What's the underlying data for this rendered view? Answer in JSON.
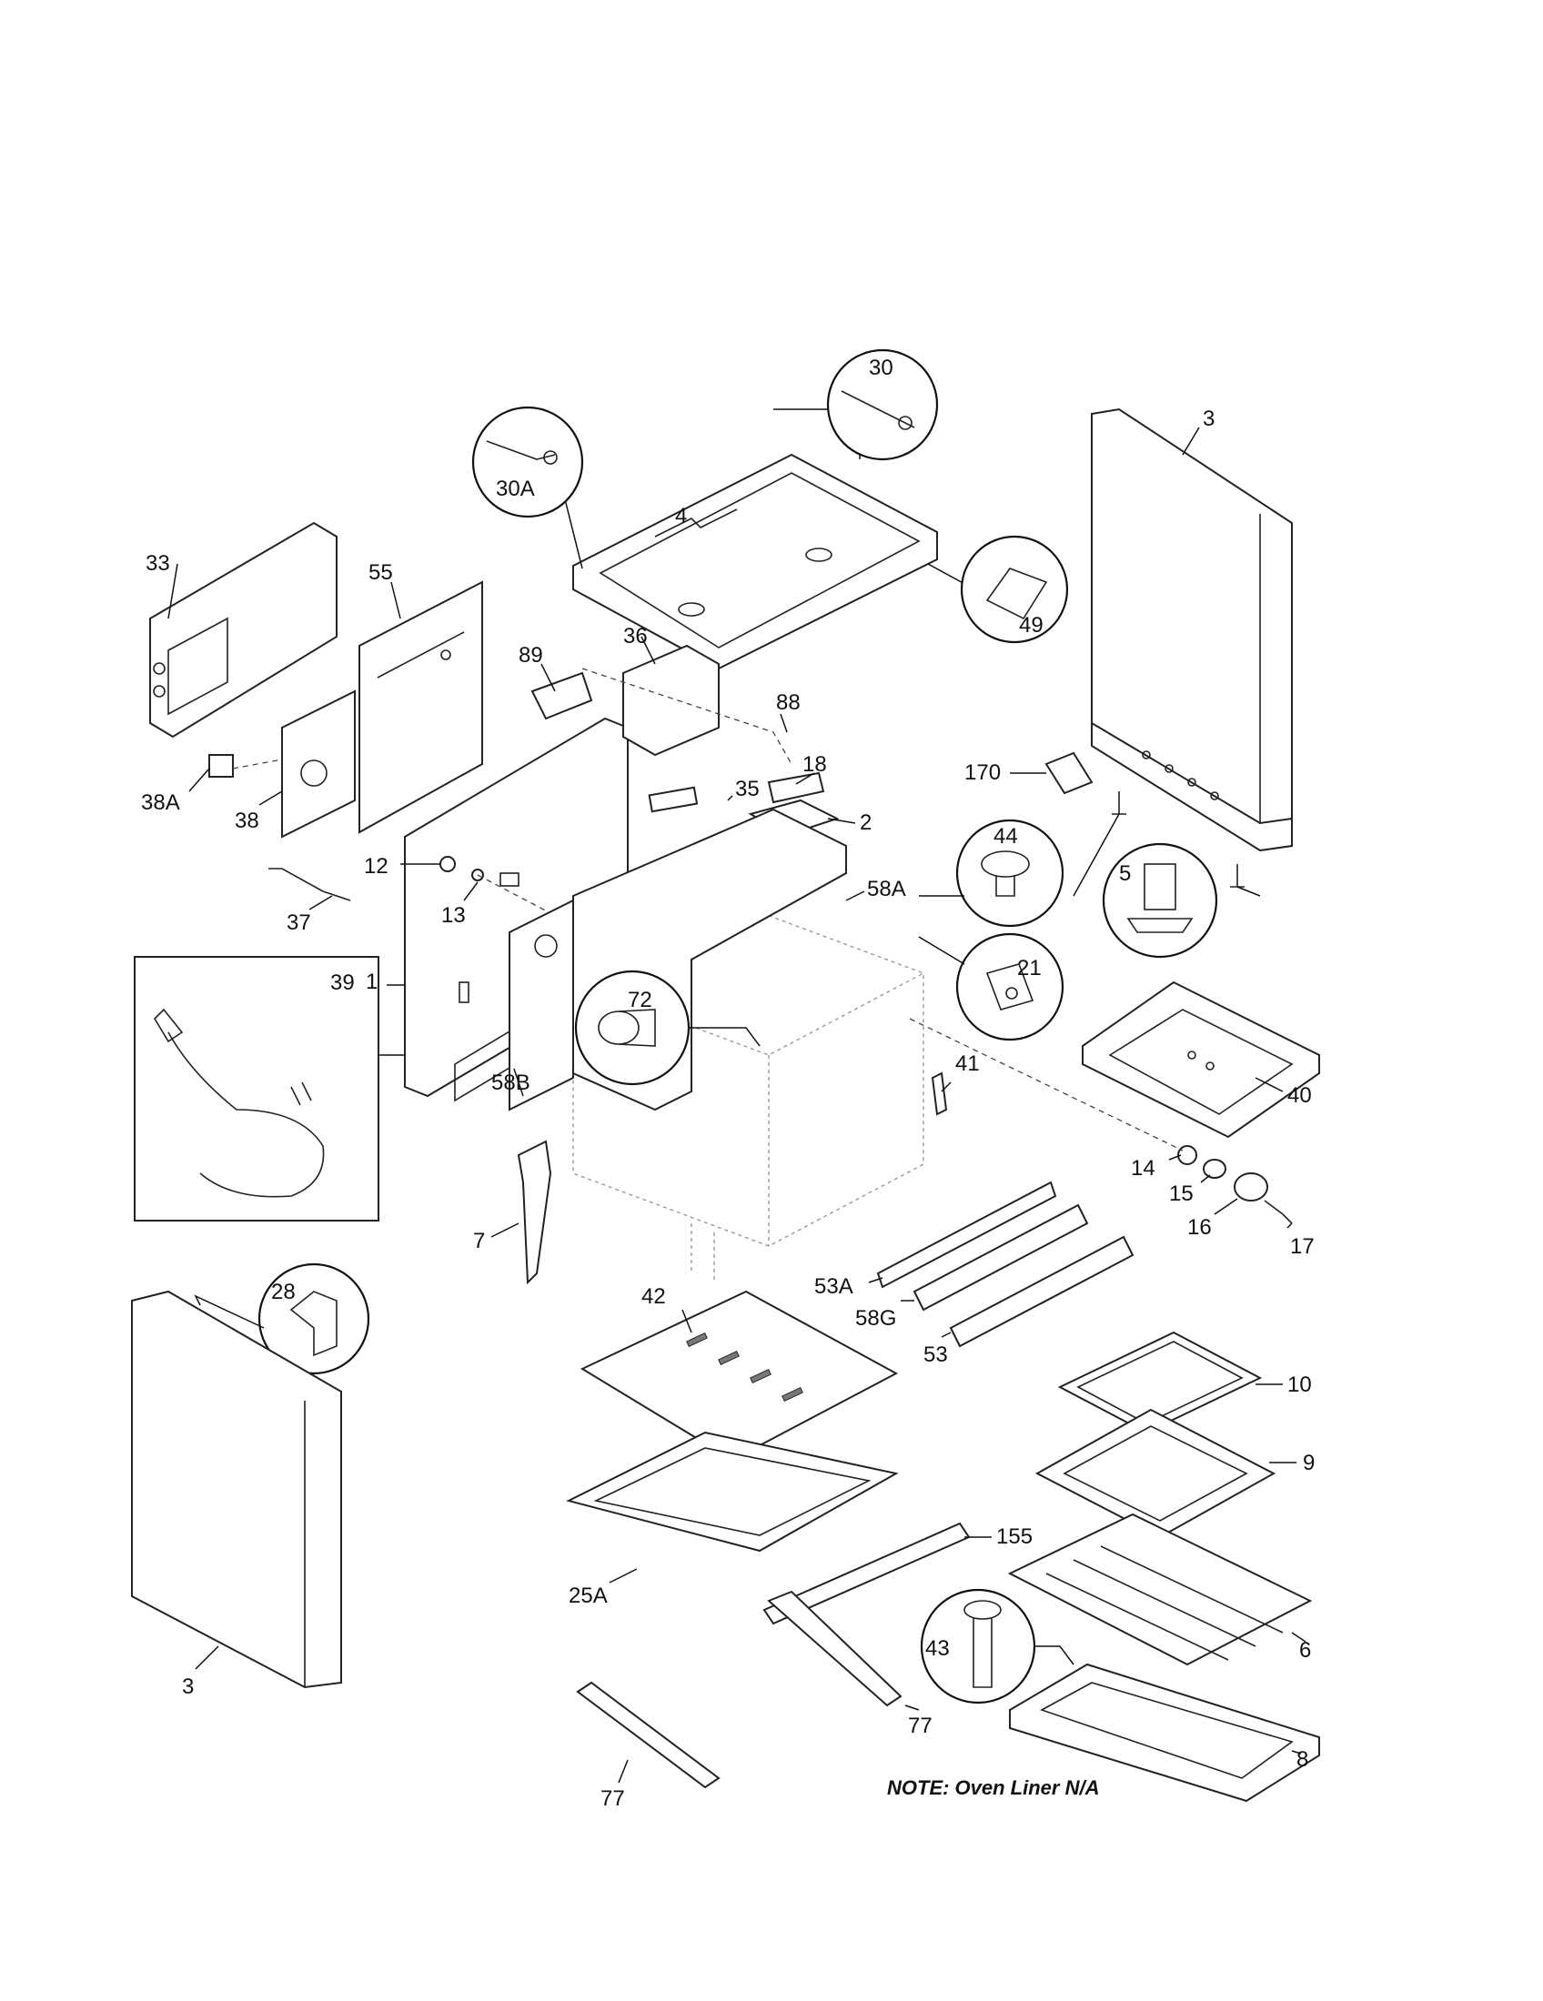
{
  "parts": {
    "p30": "30",
    "p30A": "30A",
    "p4": "4",
    "p49": "49",
    "p3_top": "3",
    "p33": "33",
    "p55": "55",
    "p36": "36",
    "p89": "89",
    "p88": "88",
    "p35": "35",
    "p18": "18",
    "p2": "2",
    "p170": "170",
    "p38A": "38A",
    "p38": "38",
    "p12": "12",
    "p44": "44",
    "p5": "5",
    "p13": "13",
    "p58A": "58A",
    "p37": "37",
    "p1": "1",
    "p21": "21",
    "p39": "39",
    "p72": "72",
    "p41": "41",
    "p40": "40",
    "p58B": "58B",
    "p14": "14",
    "p15": "15",
    "p16": "16",
    "p17": "17",
    "p7": "7",
    "p28": "28",
    "p53A": "53A",
    "p42": "42",
    "p58G": "58G",
    "p53": "53",
    "p10": "10",
    "p9": "9",
    "p155": "155",
    "p25A": "25A",
    "p6": "6",
    "p43": "43",
    "p3_bottom": "3",
    "p77_right": "77",
    "p77_bottom": "77",
    "p8": "8"
  },
  "note": "NOTE: Oven Liner N/A"
}
